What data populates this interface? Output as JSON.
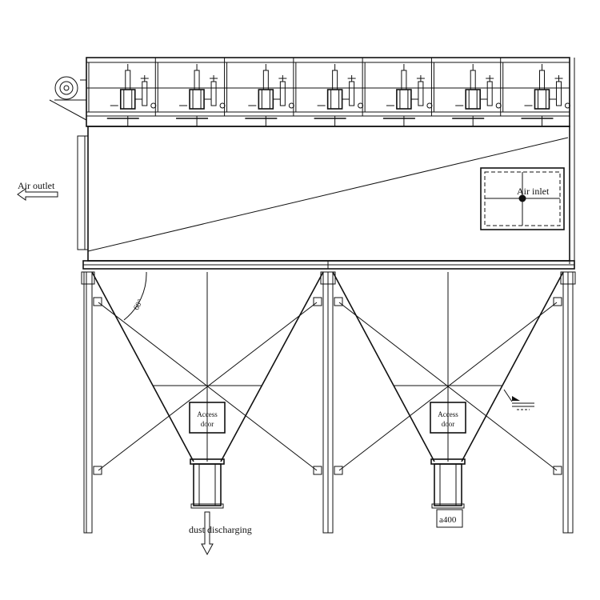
{
  "labels": {
    "air_outlet": "Air outlet",
    "air_inlet": "Air inlet",
    "angle": "60°",
    "access_door_line1": "Access",
    "access_door_line2": "door",
    "dust_discharging": "dust discharging",
    "outlet_size": "a400"
  },
  "modules": {
    "filter_bays": 7,
    "hoppers": 2
  },
  "colors": {
    "line": "#111111",
    "background": "#ffffff"
  }
}
